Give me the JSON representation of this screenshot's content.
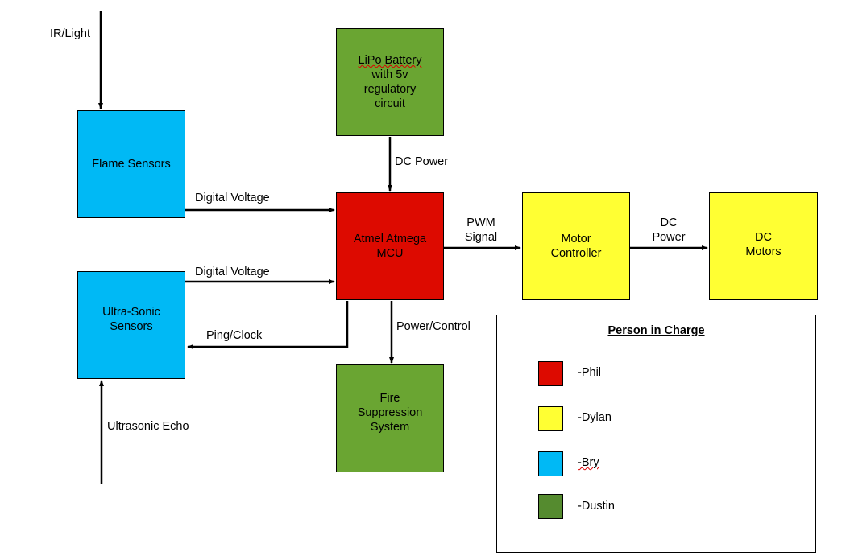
{
  "colors": {
    "phil": "#DD0A00",
    "dylan": "#FFFF33",
    "bry": "#00B9F5",
    "dustin_box": "#6AA532",
    "dustin_legend": "#558B2F"
  },
  "blocks": {
    "battery": {
      "line1": "LiPo Battery",
      "line2": "with 5v",
      "line3": "regulatory",
      "line4": "circuit",
      "owner": "Dustin"
    },
    "flame": {
      "label": "Flame Sensors",
      "owner": "Bry"
    },
    "mcu": {
      "line1": "Atmel Atmega",
      "line2": "MCU",
      "owner": "Phil"
    },
    "ultrasonic": {
      "line1": "Ultra-Sonic",
      "line2": "Sensors",
      "owner": "Bry"
    },
    "fire": {
      "line1": "Fire",
      "line2": "Suppression",
      "line3": "System",
      "owner": "Dustin"
    },
    "motor_controller": {
      "line1": "Motor",
      "line2": "Controller",
      "owner": "Dylan"
    },
    "dc_motors": {
      "line1": "DC",
      "line2": "Motors",
      "owner": "Dylan"
    }
  },
  "connections": {
    "ir_light": "IR/Light",
    "dc_power_battery": "DC Power",
    "digital_voltage_flame": "Digital Voltage",
    "digital_voltage_ultra": "Digital Voltage",
    "ping_clock": "Ping/Clock",
    "power_control": "Power/Control",
    "ultrasonic_echo": "Ultrasonic Echo",
    "pwm_line1": "PWM",
    "pwm_line2": "Signal",
    "dc_power_motor_line1": "DC",
    "dc_power_motor_line2": "Power"
  },
  "legend": {
    "title": "Person in Charge",
    "items": [
      {
        "label": "-Phil"
      },
      {
        "label": "-Dylan"
      },
      {
        "label": "-Bry"
      },
      {
        "label": "-Dustin"
      }
    ]
  }
}
